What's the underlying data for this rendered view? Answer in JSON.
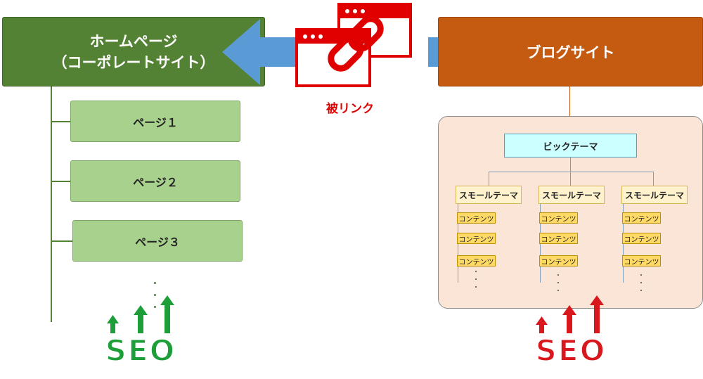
{
  "homepage": {
    "title_line1": "ホームページ",
    "title_line2": "（コーポレートサイト）",
    "pages": [
      "ページ１",
      "ページ２",
      "ページ３"
    ],
    "seo_label": "SEO",
    "color": "#548235"
  },
  "center": {
    "link_label": "被リンク",
    "icon": "linked-browser-windows-icon",
    "color": "#e00000"
  },
  "blog": {
    "title": "ブログサイト",
    "big_theme": "ビックテーマ",
    "small_themes": [
      {
        "label": "スモールテーマ",
        "contents": [
          "コンテンツ",
          "コンテンツ",
          "コンテンツ"
        ]
      },
      {
        "label": "スモールテーマ",
        "contents": [
          "コンテンツ",
          "コンテンツ",
          "コンテンツ"
        ]
      },
      {
        "label": "スモールテーマ",
        "contents": [
          "コンテンツ",
          "コンテンツ",
          "コンテンツ"
        ]
      }
    ],
    "seo_label": "SEO",
    "color": "#c55a11"
  },
  "arrows": {
    "color": "#5b9bd5"
  }
}
